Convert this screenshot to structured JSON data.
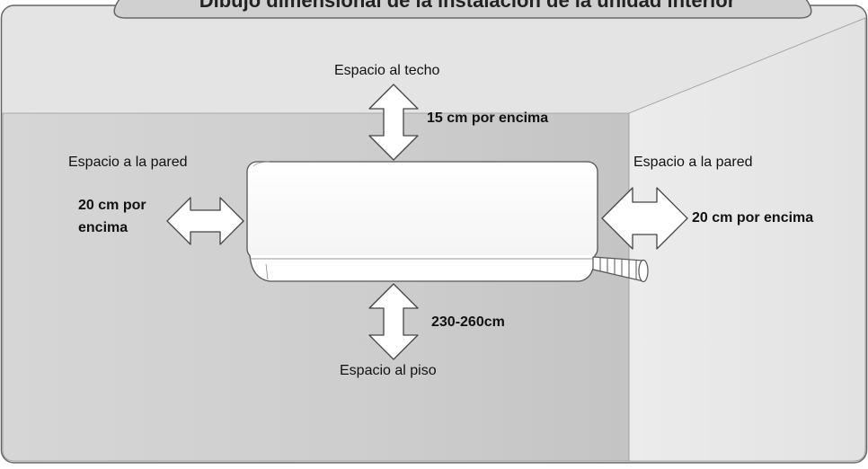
{
  "title": "Dibujo dimensional de la instalación de la unidad interior",
  "labels": {
    "ceiling_space": "Espacio al techo",
    "ceiling_distance": "15 cm por encima",
    "left_wall_space": "Espacio a la pared",
    "left_wall_distance_line1": "20 cm por",
    "left_wall_distance_line2": "encima",
    "right_wall_space": "Espacio a la pared",
    "right_wall_distance": "20 cm por encima",
    "floor_distance": "230-260cm",
    "floor_space": "Espacio al piso"
  },
  "colors": {
    "back_wall": "#cfcfcf",
    "back_wall_light": "#dcdcdc",
    "side_wall": "#e6e6e6",
    "upper_wall": "#e2e2e2",
    "unit_body": "#ffffff",
    "outline": "#555555",
    "title_tab": "#d4d4d4"
  }
}
